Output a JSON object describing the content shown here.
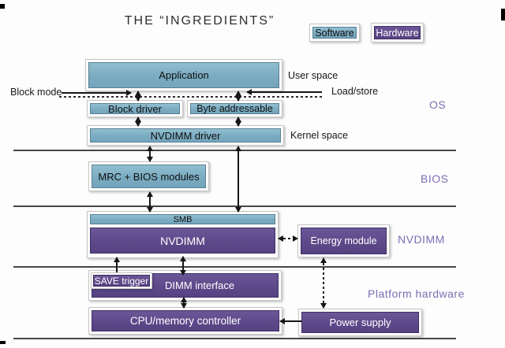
{
  "title": "THE “INGREDIENTS”",
  "legend": {
    "software": "Software",
    "hardware": "Hardware"
  },
  "colors": {
    "software_fill": "#7aabc1",
    "hardware_fill": "#5d4989",
    "section_label": "#7e6cb2",
    "divider_line": "#464646",
    "arrow": "#161616"
  },
  "section_labels": {
    "os": "OS",
    "bios": "BIOS",
    "nvdimm": "NVDIMM",
    "platform": "Platform hardware"
  },
  "annotations": {
    "user_space": "User space",
    "kernel_space": "Kernel space",
    "block_mode": "Block mode",
    "load_store": "Load/store"
  },
  "boxes": {
    "application": "Application",
    "block_driver": "Block driver",
    "byte_addressable": "Byte addressable",
    "nvdimm_driver": "NVDIMM driver",
    "mrc_bios": "MRC + BIOS modules",
    "smb": "SMB",
    "nvdimm": "NVDIMM",
    "energy_module": "Energy module",
    "save_trigger": "SAVE trigger",
    "dimm_interface": "DIMM interface",
    "cpu_memory": "CPU/memory controller",
    "power_supply": "Power supply"
  }
}
